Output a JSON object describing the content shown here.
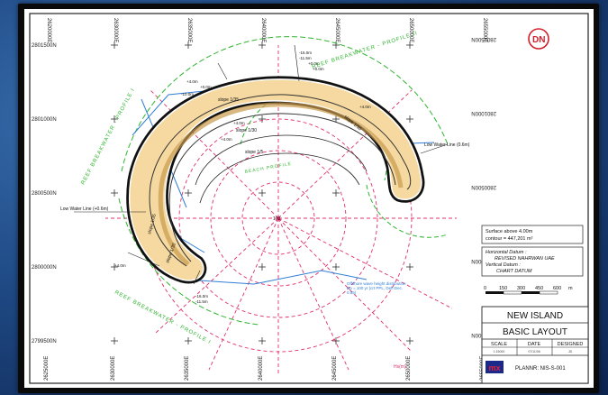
{
  "drawing": {
    "coord_top": [
      "2620000E",
      "2630000E",
      "2635000E",
      "2640000E",
      "2645000E",
      "2650000E",
      "2655000E"
    ],
    "coord_bottom": [
      "2625000E",
      "2630000E",
      "2635000E",
      "2640000E",
      "2645000E",
      "2650000E",
      "2655000E"
    ],
    "coord_left": [
      "2801500N",
      "2801000N",
      "2800500N",
      "2800000N",
      "2799500N"
    ],
    "coord_right": [
      "2801500N",
      "2801000N",
      "2800500N",
      "2800000N",
      "2799500N"
    ],
    "labels": {
      "reef_profile_1": "REEF BREAKWATER - PROFILE I",
      "reef_profile_2": "REEF BREAKWATER - PROFILE II",
      "reef_bottom": "REEF BREAKWATER - PROFILE I",
      "beach_profile": "BEACH PROFILE",
      "low_water_left": "Low Water Line (+0.6m)",
      "low_water_right": "Low Water Line (0.6m)",
      "slope_135_top": "slope 1/35",
      "slope_130_right": "slope 1/30",
      "slope_130_inner": "slope 1/30",
      "slope_15": "slope 1/5",
      "slope_135_left": "slope 1/35",
      "slope_130_left": "slope 1/30",
      "elev_top_1": "-16.0m",
      "elev_top_2": "-11.5m",
      "elev_top_3": "+0.0m",
      "elev_top_4": "+0.0m",
      "elev_left_1": "+4.0m",
      "elev_left_2": "+0.0m",
      "elev_left_3": "-10.0m",
      "elev_inner_1": "+4.0m",
      "elev_inner_2": "+4.0m",
      "elev_right": "+4.0m",
      "elev_bottom_1": "+4.0m",
      "elev_bottom_2": "-16.0m",
      "elev_bottom_3": "-11.5m",
      "center_label": "170",
      "offshore_note": "Offshore wave height distribution Rp = 100 yr (crt PPL, Deff.Dec. 0.55)",
      "hs_label": "Hs(m)"
    },
    "surface_note": [
      "Surface above 4.00m",
      "contour = 447,201 m²"
    ],
    "datum_box": {
      "horizontal_title": "Horizontal Datum :",
      "horizontal_value": "REVISED NAHRWAN UAE",
      "vertical_title": "Vertical Datum :",
      "vertical_value": "CHART DATUM"
    },
    "scale_bar": {
      "ticks": [
        "0",
        "150",
        "300",
        "450",
        "600"
      ],
      "unit": "m"
    },
    "title_block": {
      "project": "NEW ISLAND",
      "title": "BASIC LAYOUT",
      "col_scale": "SCALE",
      "col_date": "DATE",
      "col_designed": "DESIGNED",
      "val_scale": "1:15000",
      "val_date": "07/11/06",
      "val_designed": "JD",
      "logo_text": "mx",
      "plan_label": "PLANNR: NIS-S-001"
    },
    "logo_top": "DN"
  },
  "colors": {
    "island_fill": "#f5d9a0",
    "island_core": "#e8c27a",
    "green": "#2fb52f",
    "blue": "#2f7fd6",
    "red": "#e0306a",
    "black": "#111111"
  }
}
